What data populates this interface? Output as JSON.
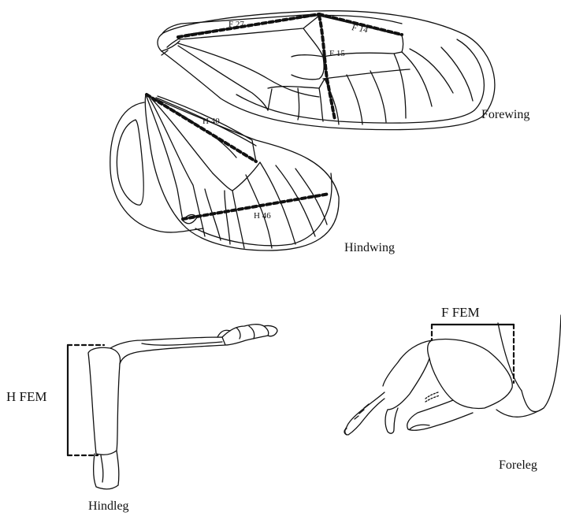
{
  "labels": {
    "forewing": "Forewing",
    "hindwing": "Hindwing",
    "hindleg": "Hindleg",
    "foreleg": "Foreleg",
    "h_fem": "H FEM",
    "f_fem": "F FEM"
  },
  "measurements": {
    "f27": "F 27",
    "f14": "F 14",
    "f15": "F 15",
    "h40": "H 40",
    "h46": "H 46"
  },
  "colors": {
    "ink": "#111111",
    "background": "#ffffff"
  }
}
